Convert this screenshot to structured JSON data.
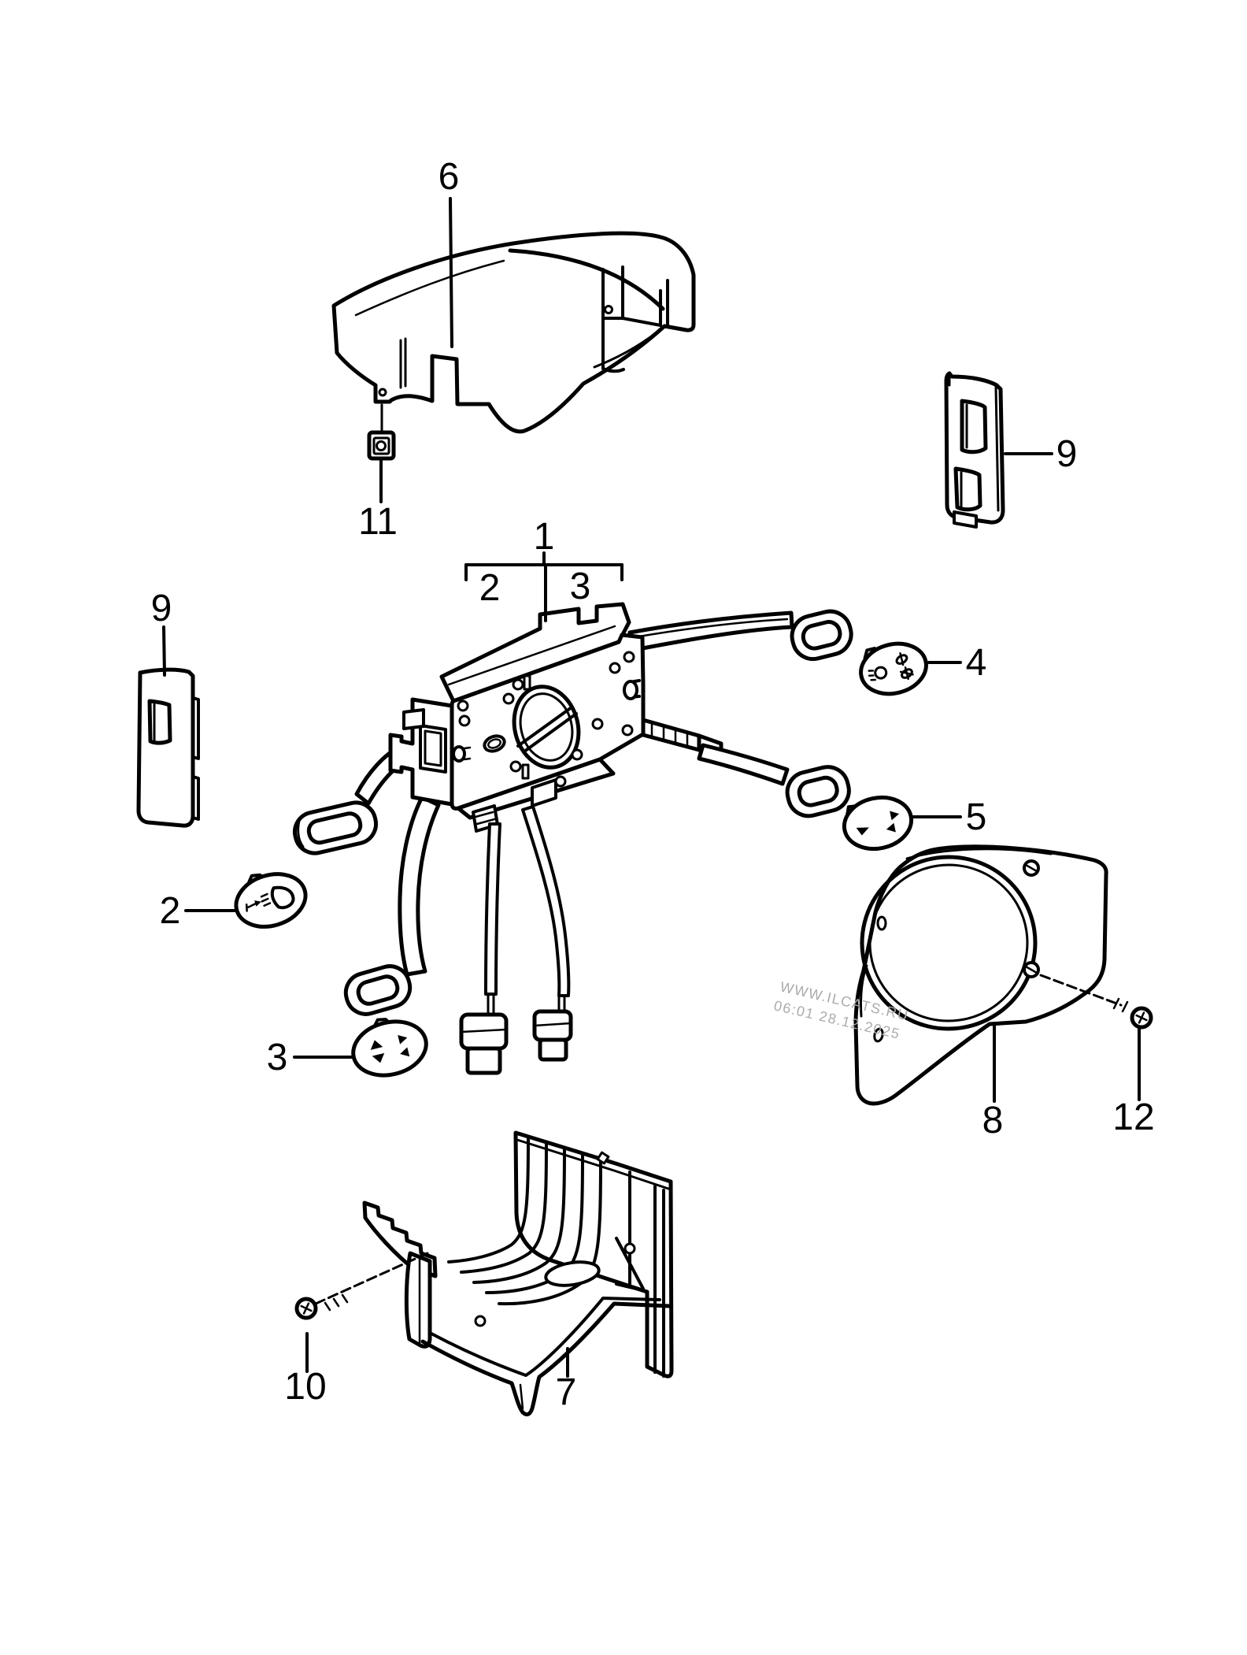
{
  "diagram": {
    "background_color": "#ffffff",
    "line_color": "#000000",
    "watermark": {
      "line1": "WWW.ILCATS.RU",
      "line2": "06:01 28.12.2025",
      "color": "#ababab"
    },
    "callouts": {
      "c1": "1",
      "c2_bracket": "2",
      "c3_bracket": "3",
      "c2": "2",
      "c3": "3",
      "c4": "4",
      "c5": "5",
      "c6": "6",
      "c7": "7",
      "c8": "8",
      "c9_left": "9",
      "c9_right": "9",
      "c10": "10",
      "c11": "11",
      "c12": "12"
    },
    "icons": {
      "cap2": "headlight-beam-icon",
      "cap3": "up-down-left-right-arrows-icon",
      "cap4": "wiper-washer-icon",
      "cap5": "cruise-arrows-icon",
      "screw10": "phillips-screw-icon",
      "screw12": "phillips-screw-icon"
    }
  }
}
